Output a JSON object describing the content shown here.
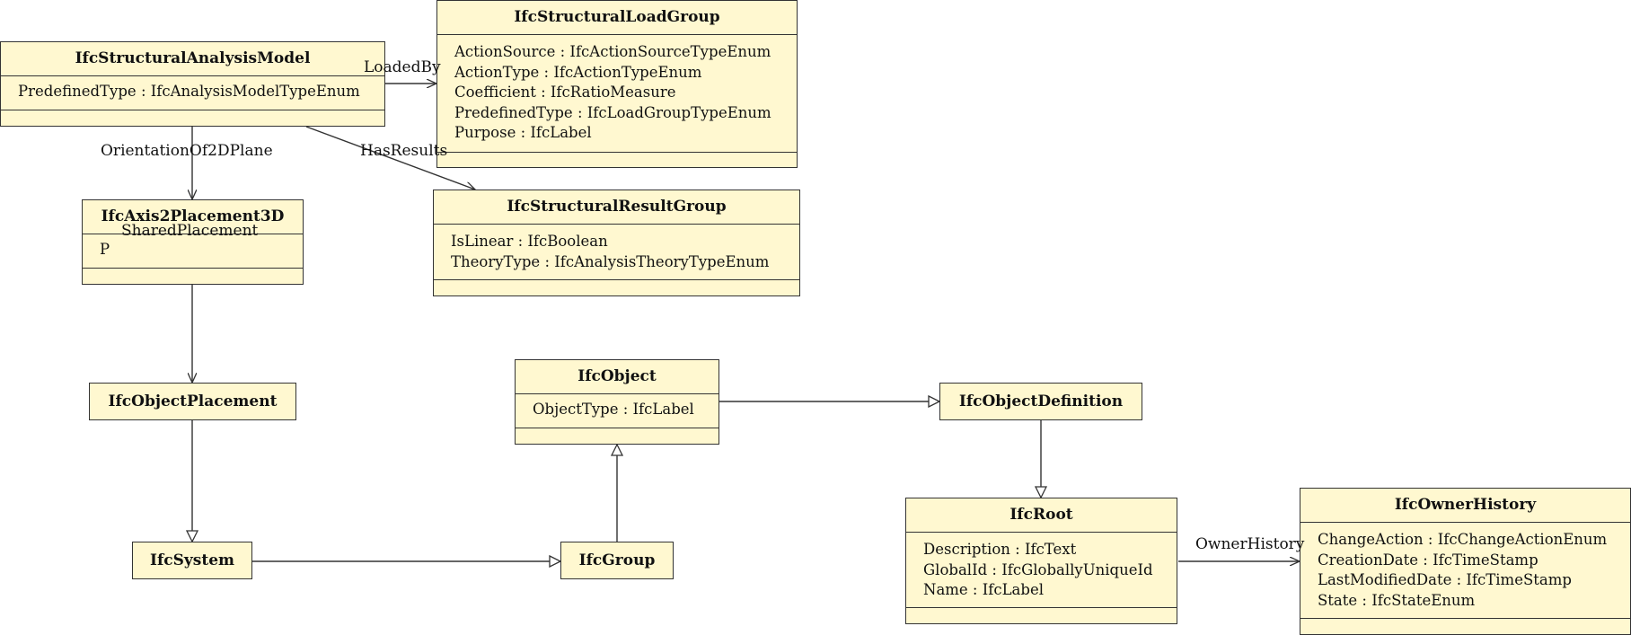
{
  "classes": {
    "analysis_model": {
      "name": "IfcStructuralAnalysisModel",
      "attributes": [
        "PredefinedType : IfcAnalysisModelTypeEnum"
      ]
    },
    "load_group": {
      "name": "IfcStructuralLoadGroup",
      "attributes": [
        "ActionSource : IfcActionSourceTypeEnum",
        "ActionType : IfcActionTypeEnum",
        "Coefficient : IfcRatioMeasure",
        "PredefinedType : IfcLoadGroupTypeEnum",
        "Purpose : IfcLabel"
      ]
    },
    "result_group": {
      "name": "IfcStructuralResultGroup",
      "attributes": [
        "IsLinear : IfcBoolean",
        "TheoryType : IfcAnalysisTheoryTypeEnum"
      ]
    },
    "axis2placement": {
      "name": "IfcAxis2Placement3D",
      "attributes": [
        "P"
      ]
    },
    "object_placement": {
      "name": "IfcObjectPlacement"
    },
    "system": {
      "name": "IfcSystem"
    },
    "object": {
      "name": "IfcObject",
      "attributes": [
        "ObjectType : IfcLabel"
      ]
    },
    "group": {
      "name": "IfcGroup"
    },
    "object_definition": {
      "name": "IfcObjectDefinition"
    },
    "root": {
      "name": "IfcRoot",
      "attributes": [
        "Description : IfcText",
        "GlobalId : IfcGloballyUniqueId",
        "Name : IfcLabel"
      ]
    },
    "owner_history": {
      "name": "IfcOwnerHistory",
      "attributes": [
        "ChangeAction : IfcChangeActionEnum",
        "CreationDate : IfcTimeStamp",
        "LastModifiedDate : IfcTimeStamp",
        "State : IfcStateEnum"
      ]
    }
  },
  "relations": {
    "loaded_by": "LoadedBy",
    "orientation": "OrientationOf2DPlane",
    "has_results": "HasResults",
    "shared_placement": "SharedPlacement",
    "owner_history": "OwnerHistory"
  }
}
